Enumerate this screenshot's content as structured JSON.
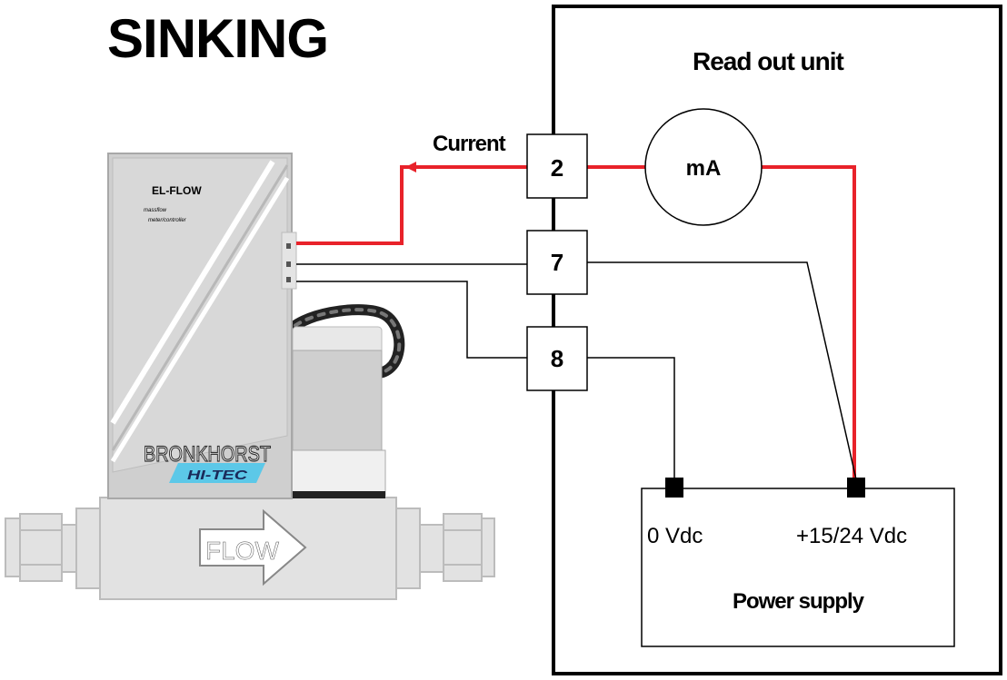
{
  "title": "SINKING",
  "device": {
    "model": "EL-FLOW",
    "subtitle_line1": "massflow",
    "subtitle_line2": "meter/controller",
    "brand": "BRONKHORST",
    "badge": "HI-TEC",
    "flow_label": "FLOW"
  },
  "readout_unit": {
    "title": "Read out unit",
    "meter_label": "mA",
    "terminals": [
      "2",
      "7",
      "8"
    ]
  },
  "current_label": "Current",
  "power_supply": {
    "title": "Power supply",
    "terminal_left": "0 Vdc",
    "terminal_right": "+15/24 Vdc"
  },
  "colors": {
    "current_wire": "#e8222a",
    "signal_wire": "#000000",
    "device_body": "#d4d4d4",
    "device_panel": "#c2c2c2",
    "badge": "#5cc8e8"
  }
}
